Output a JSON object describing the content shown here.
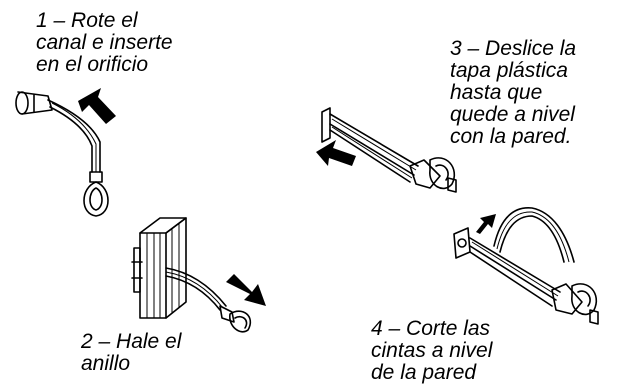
{
  "steps": [
    {
      "number": "1",
      "lines": [
        "1 – Rote el",
        "canal e inserte",
        "en el orificio"
      ]
    },
    {
      "number": "2",
      "lines": [
        "2 – Hale el",
        "anillo"
      ]
    },
    {
      "number": "3",
      "lines": [
        "3 – Deslice la",
        "tapa plástica",
        "hasta que",
        "quede a nivel",
        "con la pared."
      ]
    },
    {
      "number": "4",
      "lines": [
        "4 – Corte las",
        "cintas a nivel",
        "de la pared"
      ]
    }
  ],
  "colors": {
    "ink": "#000000",
    "background": "#ffffff"
  },
  "icons": [
    "arrow-icon"
  ]
}
